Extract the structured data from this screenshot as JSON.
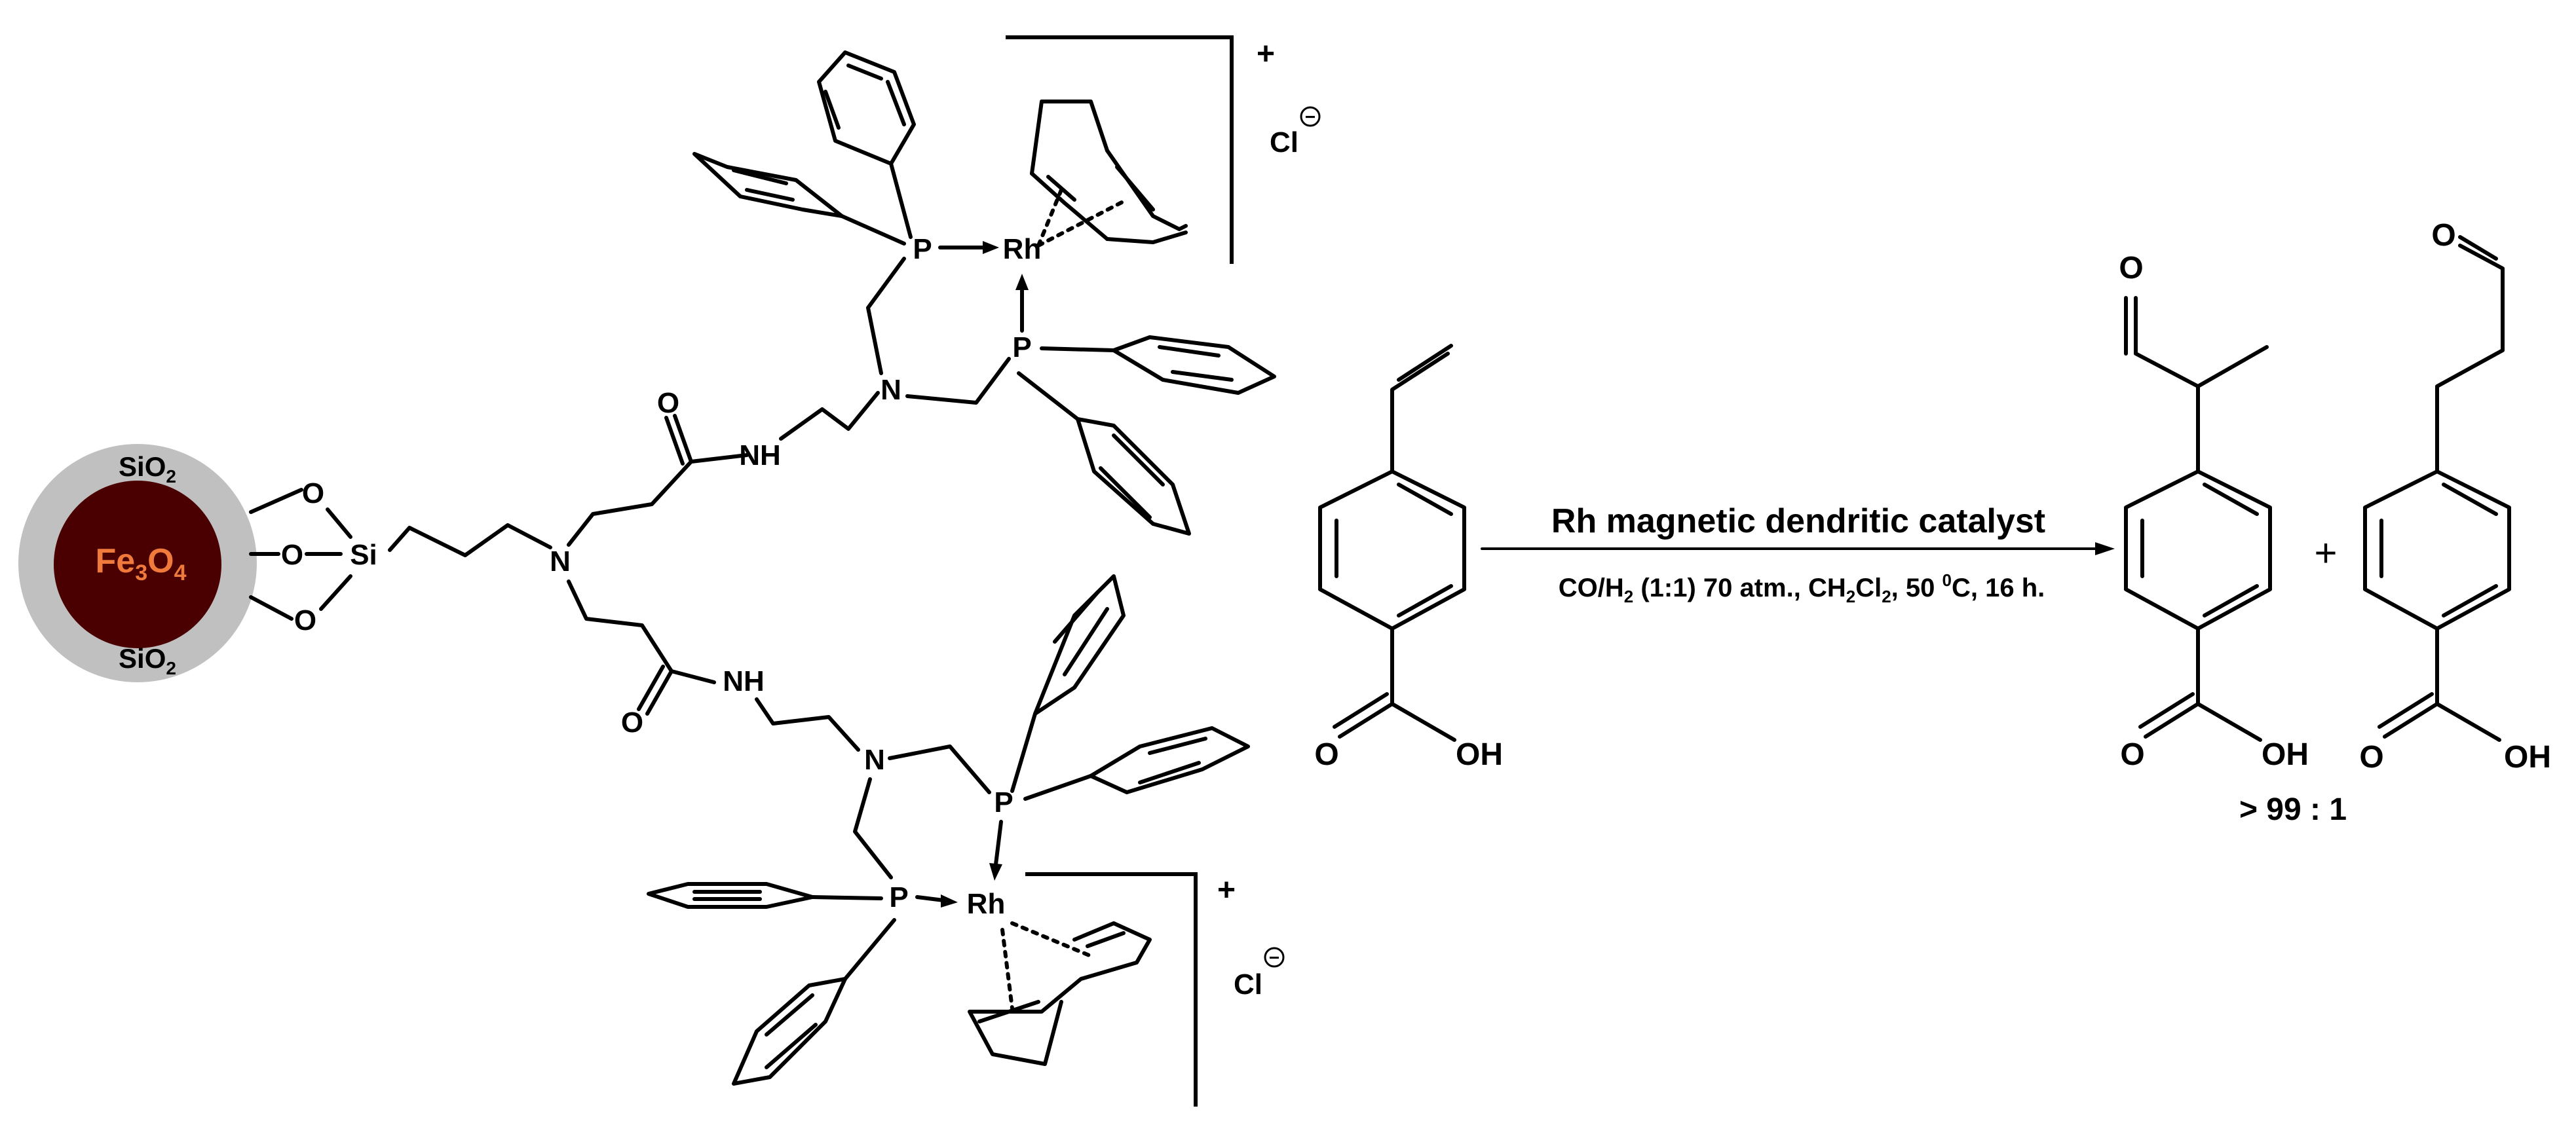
{
  "figure": {
    "core": {
      "inner_label": "Fe3O4",
      "shell_label_top": "SiO2",
      "shell_label_bottom": "SiO2",
      "inner_color": "#4a0000",
      "shell_color": "#c0c0c0",
      "inner_text_color": "#f07a3c"
    },
    "atoms": {
      "oxygen": "O",
      "silicon": "Si",
      "nitrogen": "N",
      "amide_h": "NH",
      "phosphorus": "P",
      "rhodium": "Rh",
      "hydroxyl": "OH"
    },
    "complex_charge": "+",
    "counter_ion": "Cl",
    "counter_ion_charge": "−",
    "reaction": {
      "catalyst": "Rh magnetic dendritic catalyst",
      "cond_1": "CO/H",
      "cond_2": "2",
      "cond_3": " (1:1) 70 atm., CH",
      "cond_4": "2",
      "cond_5": "Cl",
      "cond_6": "2",
      "cond_7": ", 50 ",
      "cond_8": "0",
      "cond_9": "C, 16 h."
    },
    "plus_sign": "+",
    "selectivity": "> 99 : 1"
  }
}
